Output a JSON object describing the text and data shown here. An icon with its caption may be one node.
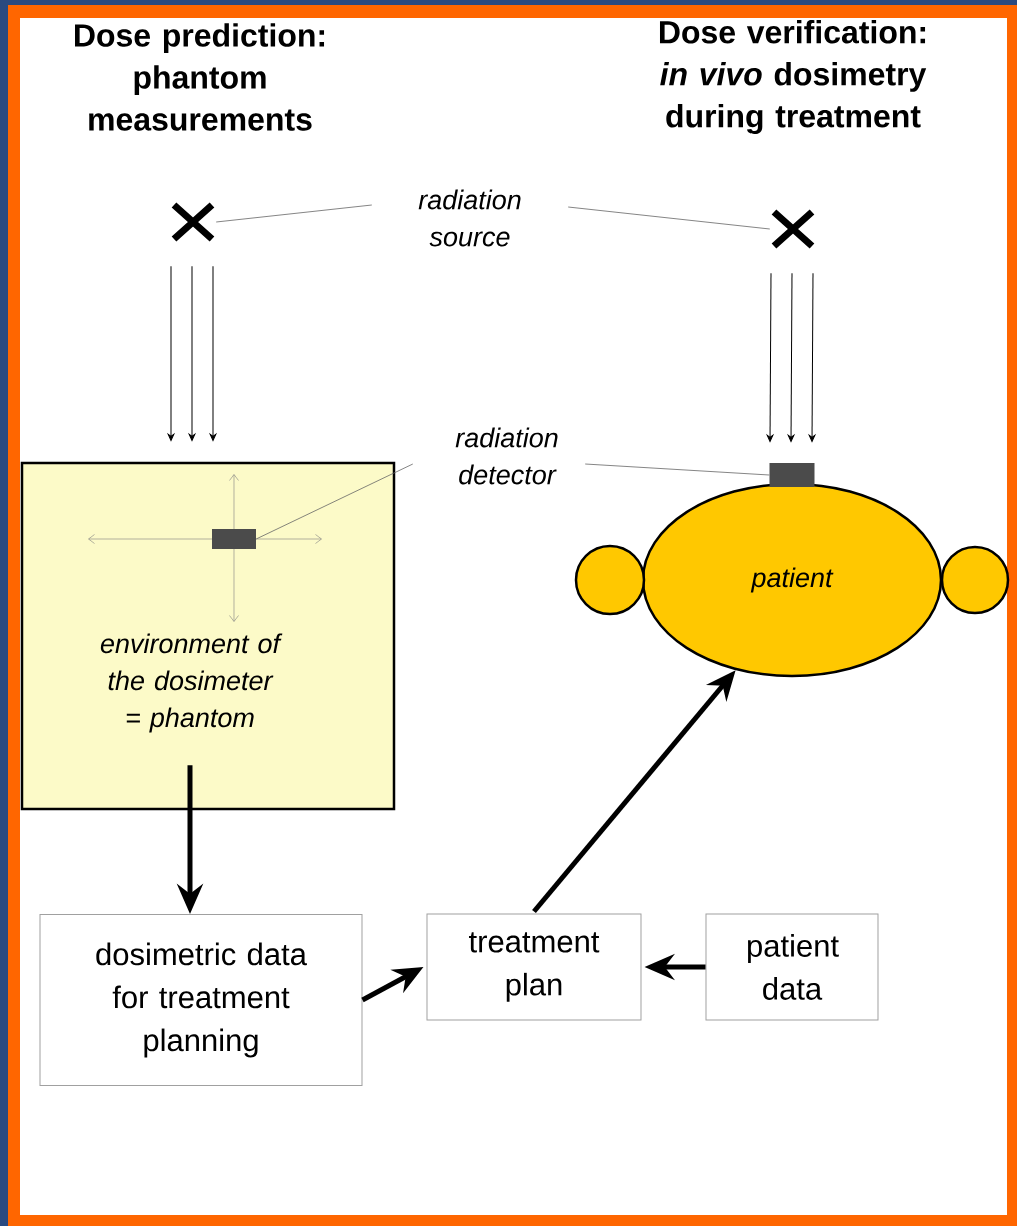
{
  "diagram": {
    "nodes": [
      {
        "text": [
          "radiation source"
        ]
      },
      {
        "text": [],
        "shape": "cross"
      },
      {
        "text": [],
        "shape": "cross"
      },
      {
        "text": [
          "radiation detector"
        ]
      },
      {
        "text": [
          "environment of the dosimeter = phantom"
        ]
      },
      {
        "text": [],
        "shape": "bar",
        "in": 4
      },
      {
        "text": [
          "patient"
        ]
      },
      {
        "text": [],
        "shape": "bar"
      },
      {
        "text": [],
        "shape": "circle"
      },
      {
        "text": [],
        "shape": "circle"
      },
      {
        "text": [
          "dosimetric data for treatment planning"
        ]
      },
      {
        "text": [
          "treatment plan"
        ]
      },
      {
        "text": [
          "patient data"
        ]
      }
    ],
    "edges": [
      {
        "from": 0,
        "to": 1,
        "arrow": "none",
        "color": "#666666"
      },
      {
        "from": 0,
        "to": 2,
        "arrow": "none",
        "color": "#666666"
      },
      {
        "from": 1,
        "to": 4,
        "arrow": "to"
      },
      {
        "from": 1,
        "to": 4,
        "arrow": "to"
      },
      {
        "from": 1,
        "to": 4,
        "arrow": "to"
      },
      {
        "from": 2,
        "to": 7,
        "arrow": "to"
      },
      {
        "from": 2,
        "to": 7,
        "arrow": "to"
      },
      {
        "from": 2,
        "to": 7,
        "arrow": "to"
      },
      {
        "from": 3,
        "to": 5,
        "arrow": "none",
        "color": "#666666"
      },
      {
        "from": 3,
        "to": 7,
        "arrow": "none",
        "color": "#666666"
      },
      {
        "from": 4,
        "to": 10,
        "arrow": "to",
        "style": "thick"
      },
      {
        "from": 10,
        "to": 11,
        "arrow": "to",
        "style": "thick"
      },
      {
        "from": 12,
        "to": 11,
        "arrow": "to",
        "style": "thick"
      },
      {
        "from": 11,
        "to": 6,
        "arrow": "to",
        "style": "thick"
      }
    ],
    "labels": [
      "Dose prediction: phantom measurements",
      "Dose verification: *in vivo* dosimetry during treatment"
    ]
  }
}
